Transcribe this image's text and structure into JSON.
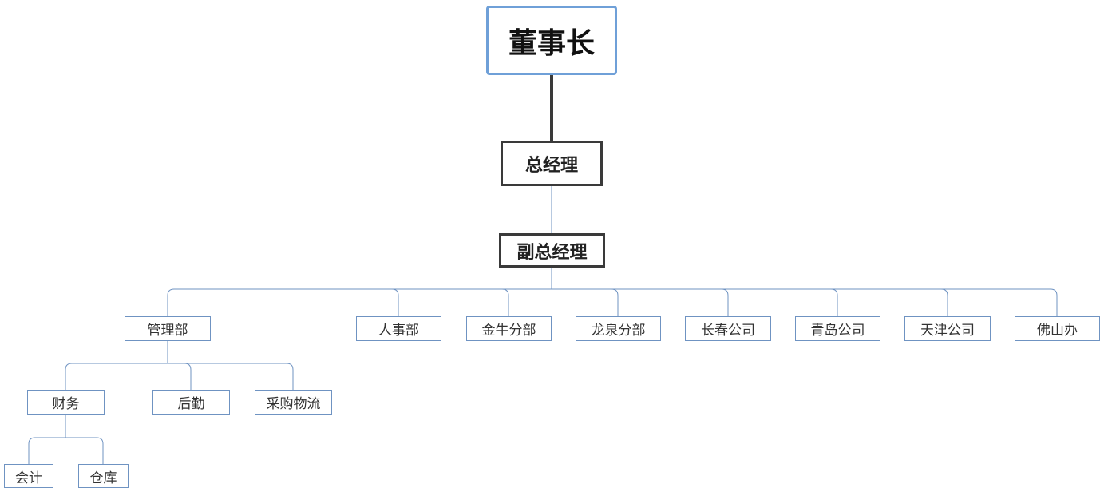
{
  "nodes": {
    "chairman": "董事长",
    "gm": "总经理",
    "vgm": "副总经理",
    "mgmt": "管理部",
    "hr": "人事部",
    "jinniu": "金牛分部",
    "longquan": "龙泉分部",
    "changchun": "长春公司",
    "qingdao": "青岛公司",
    "tianjin": "天津公司",
    "foshan": "佛山办",
    "finance": "财务",
    "logistics": "后勤",
    "purchasing": "采购物流",
    "accounting": "会计",
    "warehouse": "仓库"
  },
  "colors": {
    "root_border": "#6fa0d8",
    "bold_border": "#3a3a3a",
    "line": "#6f93c2"
  }
}
